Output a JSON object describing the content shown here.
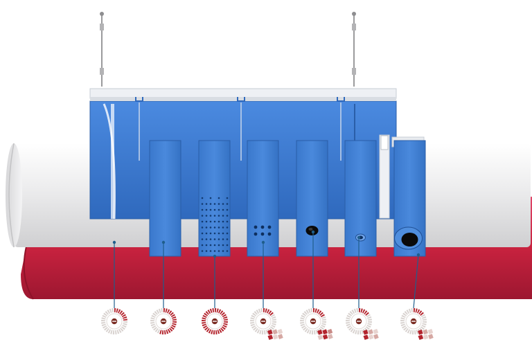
{
  "colors": {
    "background": "#ffffff",
    "white_pipe": "#e9e9ea",
    "red_pipe": "#c8223f",
    "diffuser_blue": "#3d7dd2",
    "diffuser_blue_dark": "#2c62ad",
    "rail": "#e6e9ee",
    "leader": "#1f5e8c",
    "dial_ring": "#d8d2cf",
    "dial_red": "#b3242d",
    "dial_center": "#7a2b22"
  },
  "diagram": {
    "hangers": [
      {
        "name": "hanger-rod-left"
      },
      {
        "name": "hanger-rod-right"
      }
    ],
    "panels": [
      {
        "name": "panel-1",
        "pattern": "plain"
      },
      {
        "name": "panel-2",
        "pattern": "micro-perforated"
      },
      {
        "name": "panel-3",
        "pattern": "perforated"
      },
      {
        "name": "panel-4",
        "pattern": "single-nozzle"
      },
      {
        "name": "panel-5",
        "pattern": "small-nozzle"
      },
      {
        "name": "panel-6",
        "pattern": "large-nozzle"
      }
    ],
    "dials": [
      {
        "name": "dial-1",
        "style": "low",
        "level_fraction": 0.25
      },
      {
        "name": "dial-2",
        "style": "medium",
        "level_fraction": 0.55
      },
      {
        "name": "dial-3",
        "style": "full",
        "level_fraction": 1.0
      },
      {
        "name": "dial-4",
        "style": "low-with-bars",
        "level_fraction": 0.15
      },
      {
        "name": "dial-5",
        "style": "low-with-bars-strong",
        "level_fraction": 0.2
      },
      {
        "name": "dial-6",
        "style": "low-with-bars",
        "level_fraction": 0.15
      },
      {
        "name": "dial-7",
        "style": "low-with-bars",
        "level_fraction": 0.15
      }
    ]
  }
}
